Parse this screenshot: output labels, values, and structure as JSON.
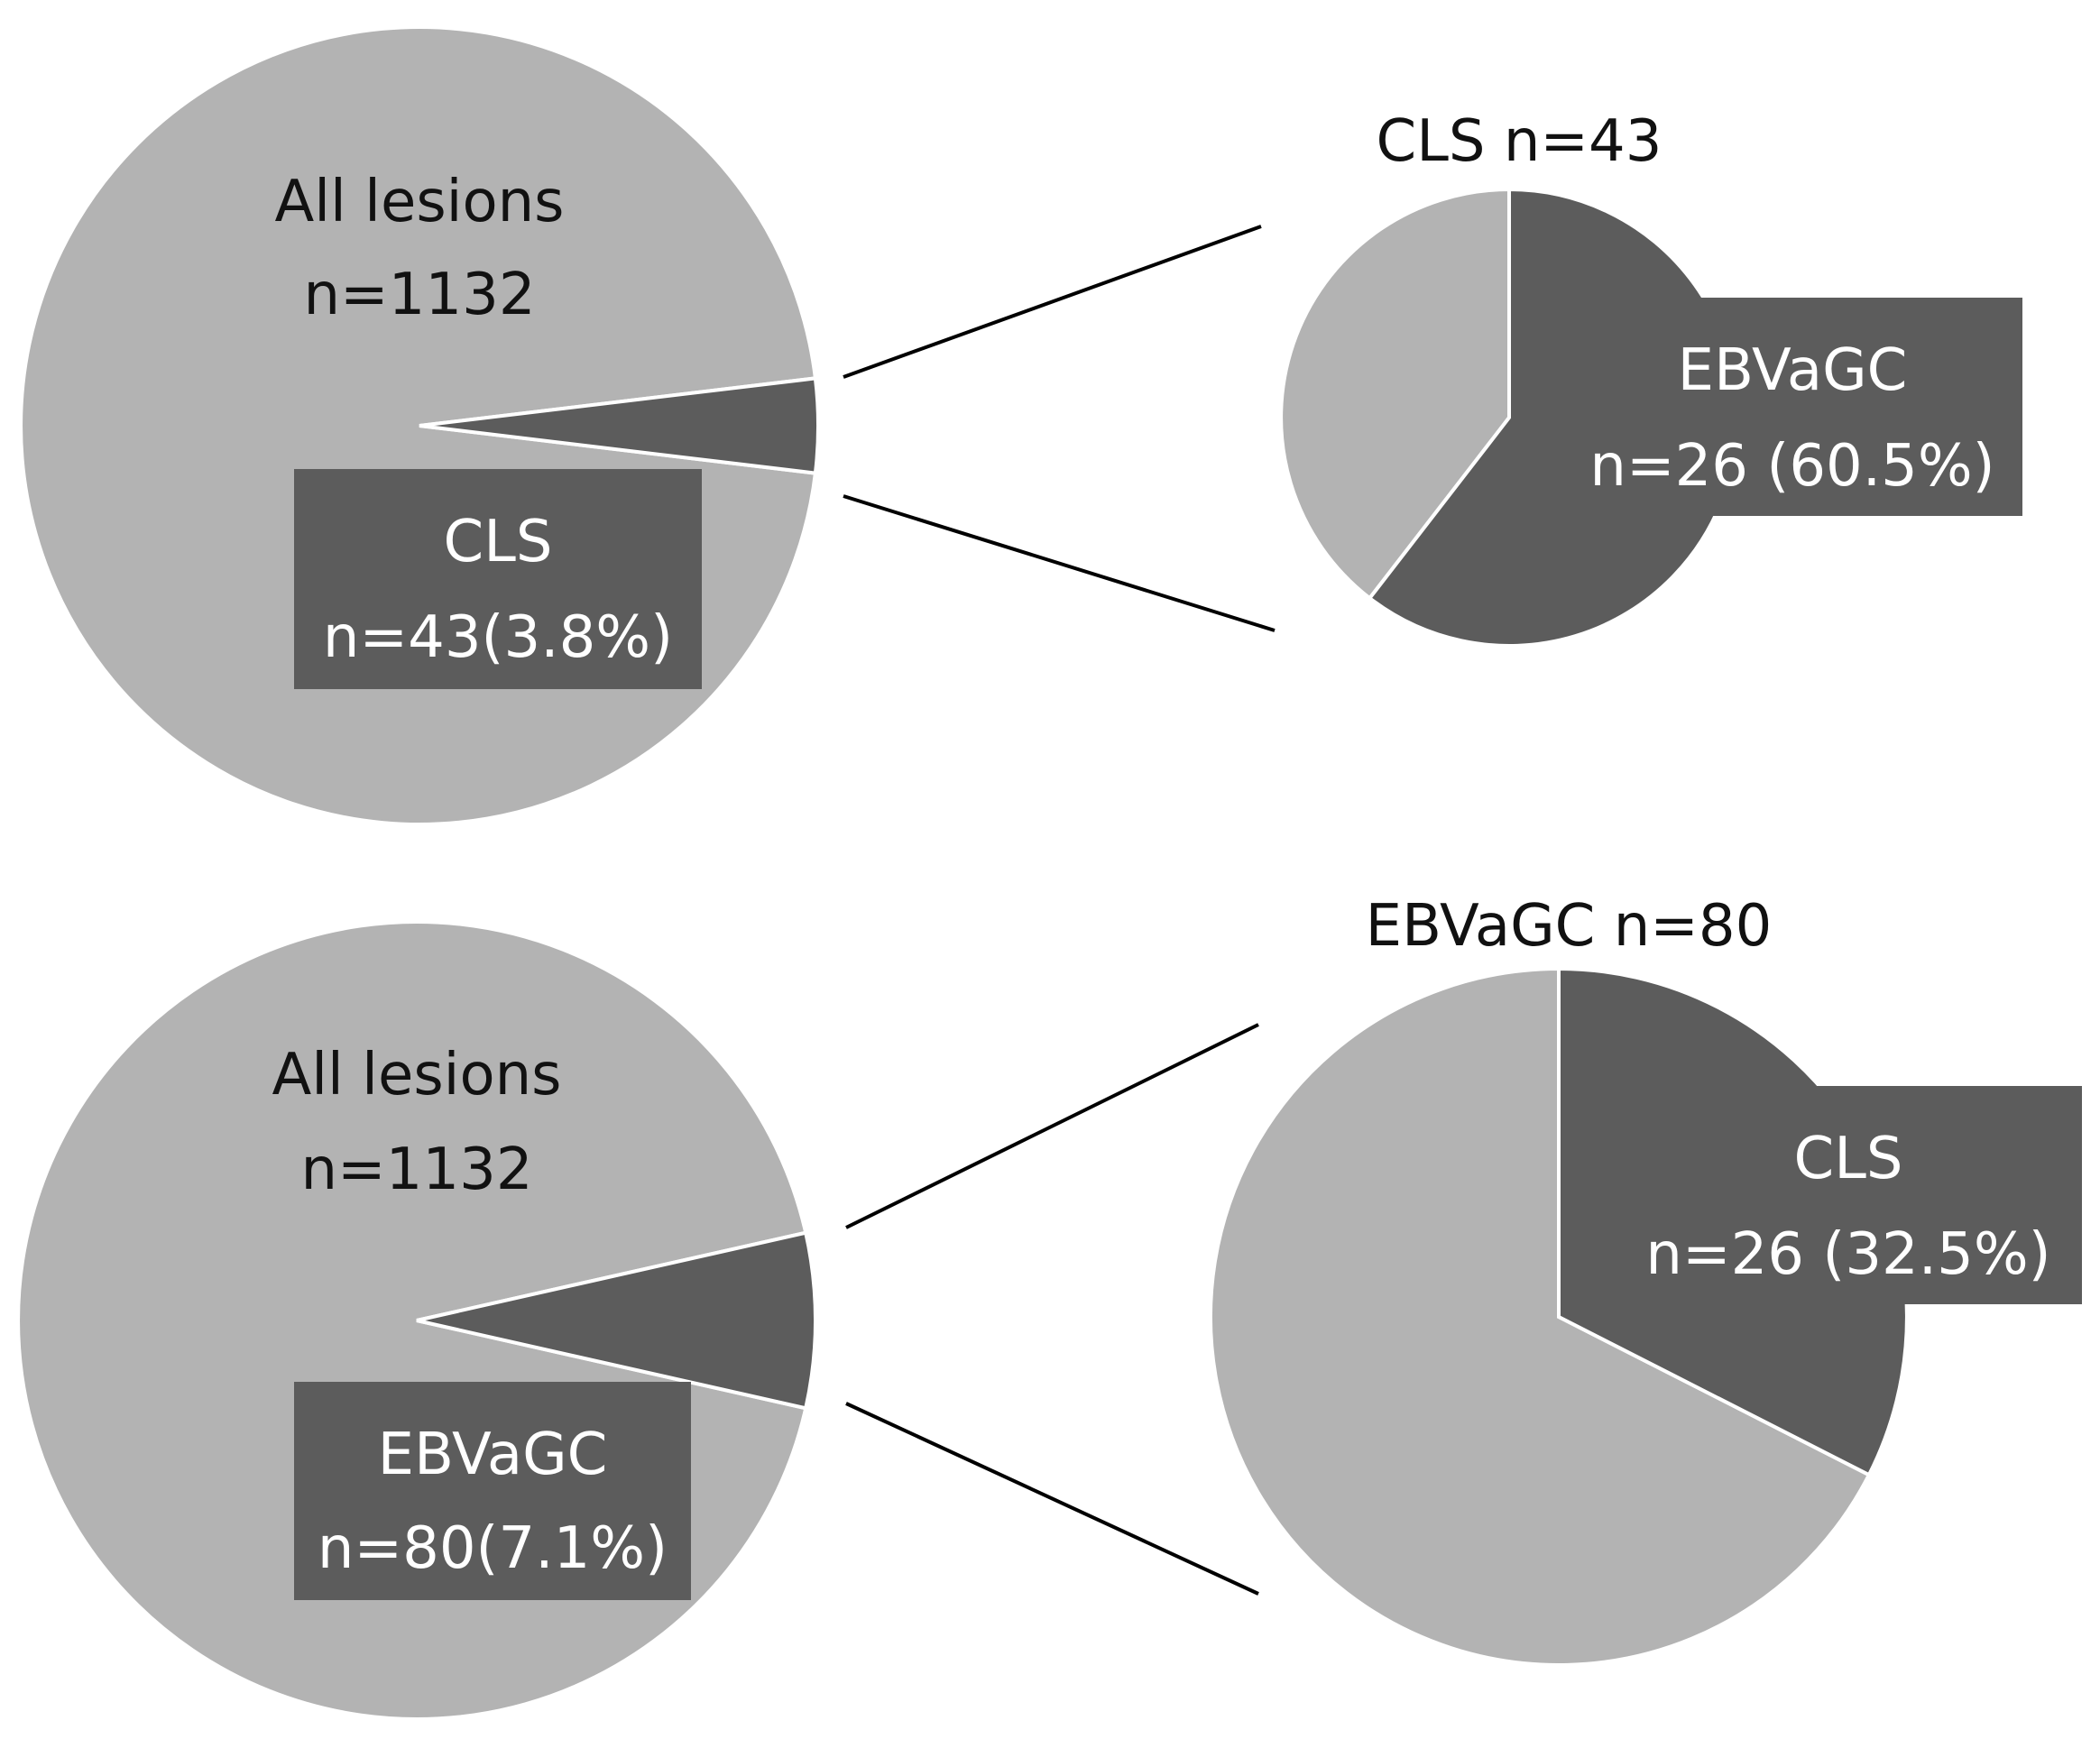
{
  "colors": {
    "light_slice": "#b3b3b3",
    "dark_slice": "#5c5c5c",
    "label_box": "#5c5c5c",
    "label_text": "#ffffff",
    "connector": "#000000",
    "background": "#ffffff"
  },
  "chart_data": [
    {
      "type": "pie",
      "center_label": [
        "All lesions",
        "n=1132"
      ],
      "slices": [
        {
          "label": "CLS",
          "value": 43,
          "percent": 3.8,
          "display": [
            "CLS",
            "n=43(3.8%)"
          ],
          "color": "#5c5c5c"
        },
        {
          "label": "",
          "value": 1089,
          "color": "#b3b3b3"
        }
      ]
    },
    {
      "type": "pie",
      "title": "CLS n=43",
      "slices": [
        {
          "label": "EBVaGC",
          "value": 26,
          "percent": 60.5,
          "display": [
            "EBVaGC",
            "n=26 (60.5%)"
          ],
          "color": "#5c5c5c"
        },
        {
          "label": "",
          "value": 17,
          "color": "#b3b3b3"
        }
      ]
    },
    {
      "type": "pie",
      "center_label": [
        "All lesions",
        "n=1132"
      ],
      "slices": [
        {
          "label": "EBVaGC",
          "value": 80,
          "percent": 7.1,
          "display": [
            "EBVaGC",
            "n=80(7.1%)"
          ],
          "color": "#5c5c5c"
        },
        {
          "label": "",
          "value": 1052,
          "color": "#b3b3b3"
        }
      ]
    },
    {
      "type": "pie",
      "title": "EBVaGC n=80",
      "slices": [
        {
          "label": "CLS",
          "value": 26,
          "percent": 32.5,
          "display": [
            "CLS",
            "n=26 (32.5%)"
          ],
          "color": "#5c5c5c"
        },
        {
          "label": "",
          "value": 54,
          "color": "#b3b3b3"
        }
      ]
    }
  ]
}
